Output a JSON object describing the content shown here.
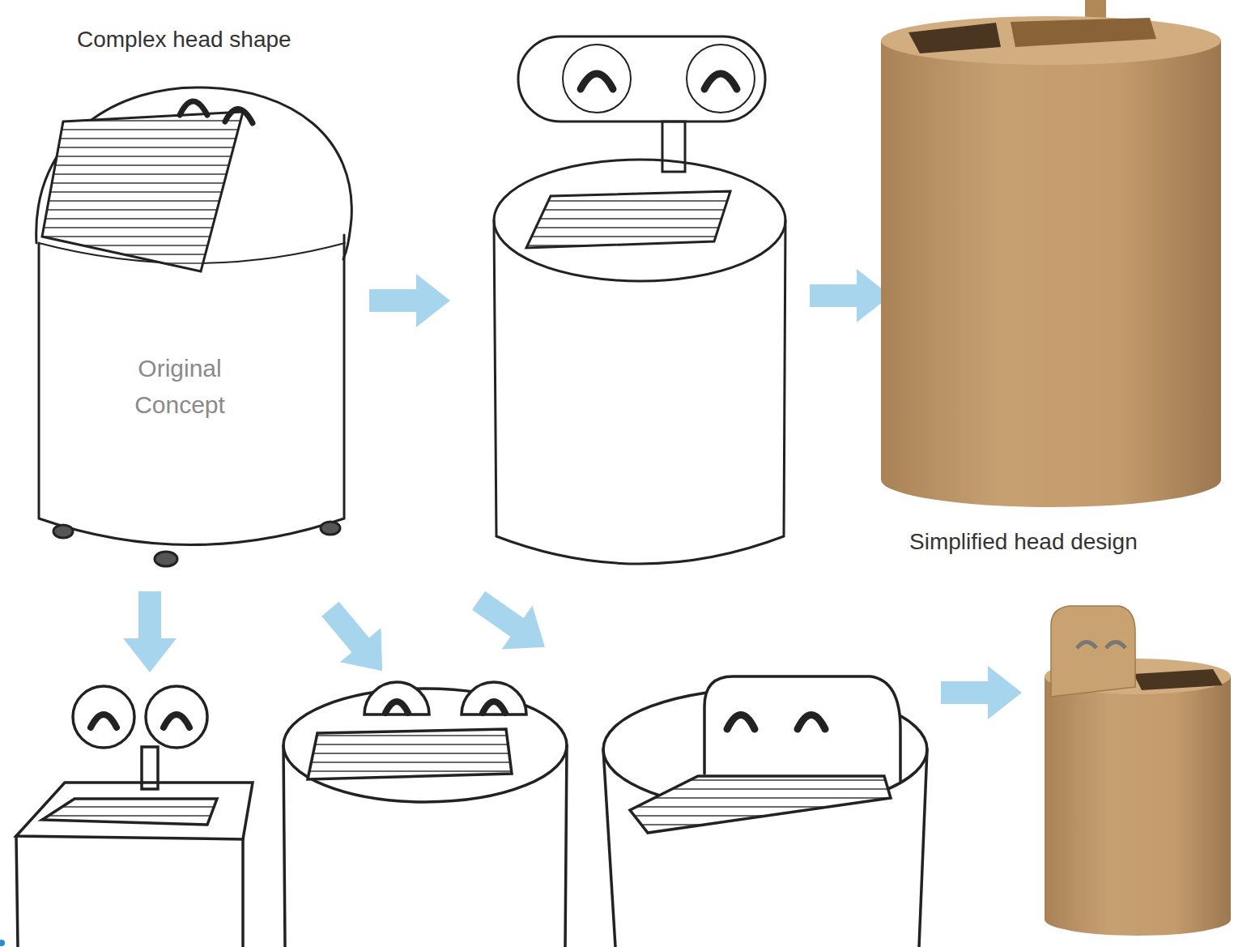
{
  "diagram": {
    "labels": [
      "Complex head shape",
      "Original Concept",
      "Simplified head design"
    ]
  }
}
